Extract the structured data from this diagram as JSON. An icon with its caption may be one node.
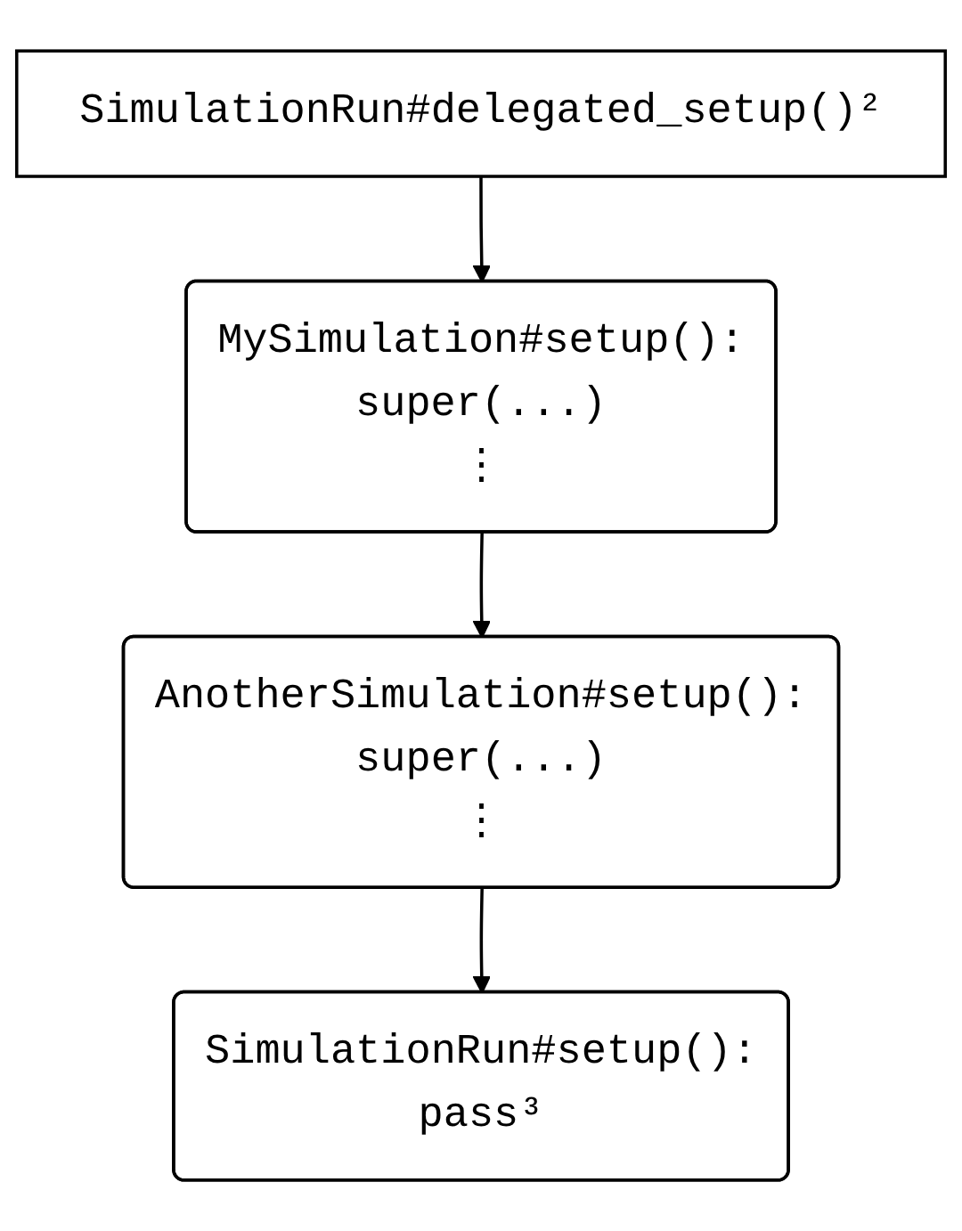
{
  "diagram": {
    "nodes": [
      {
        "text": [
          "SimulationRun#delegated_setup()²"
        ]
      },
      {
        "text": [
          "MySimulation#setup():",
          "super(...)",
          "⋮"
        ]
      },
      {
        "text": [
          "AnotherSimulation#setup():",
          "super(...)",
          "⋮"
        ]
      },
      {
        "text": [
          "SimulationRun#setup():",
          "pass³"
        ]
      }
    ],
    "edges": [
      {
        "from": 0,
        "to": 1,
        "arrow": "to"
      },
      {
        "from": 1,
        "to": 2,
        "arrow": "to"
      },
      {
        "from": 2,
        "to": 3,
        "arrow": "to"
      }
    ]
  }
}
